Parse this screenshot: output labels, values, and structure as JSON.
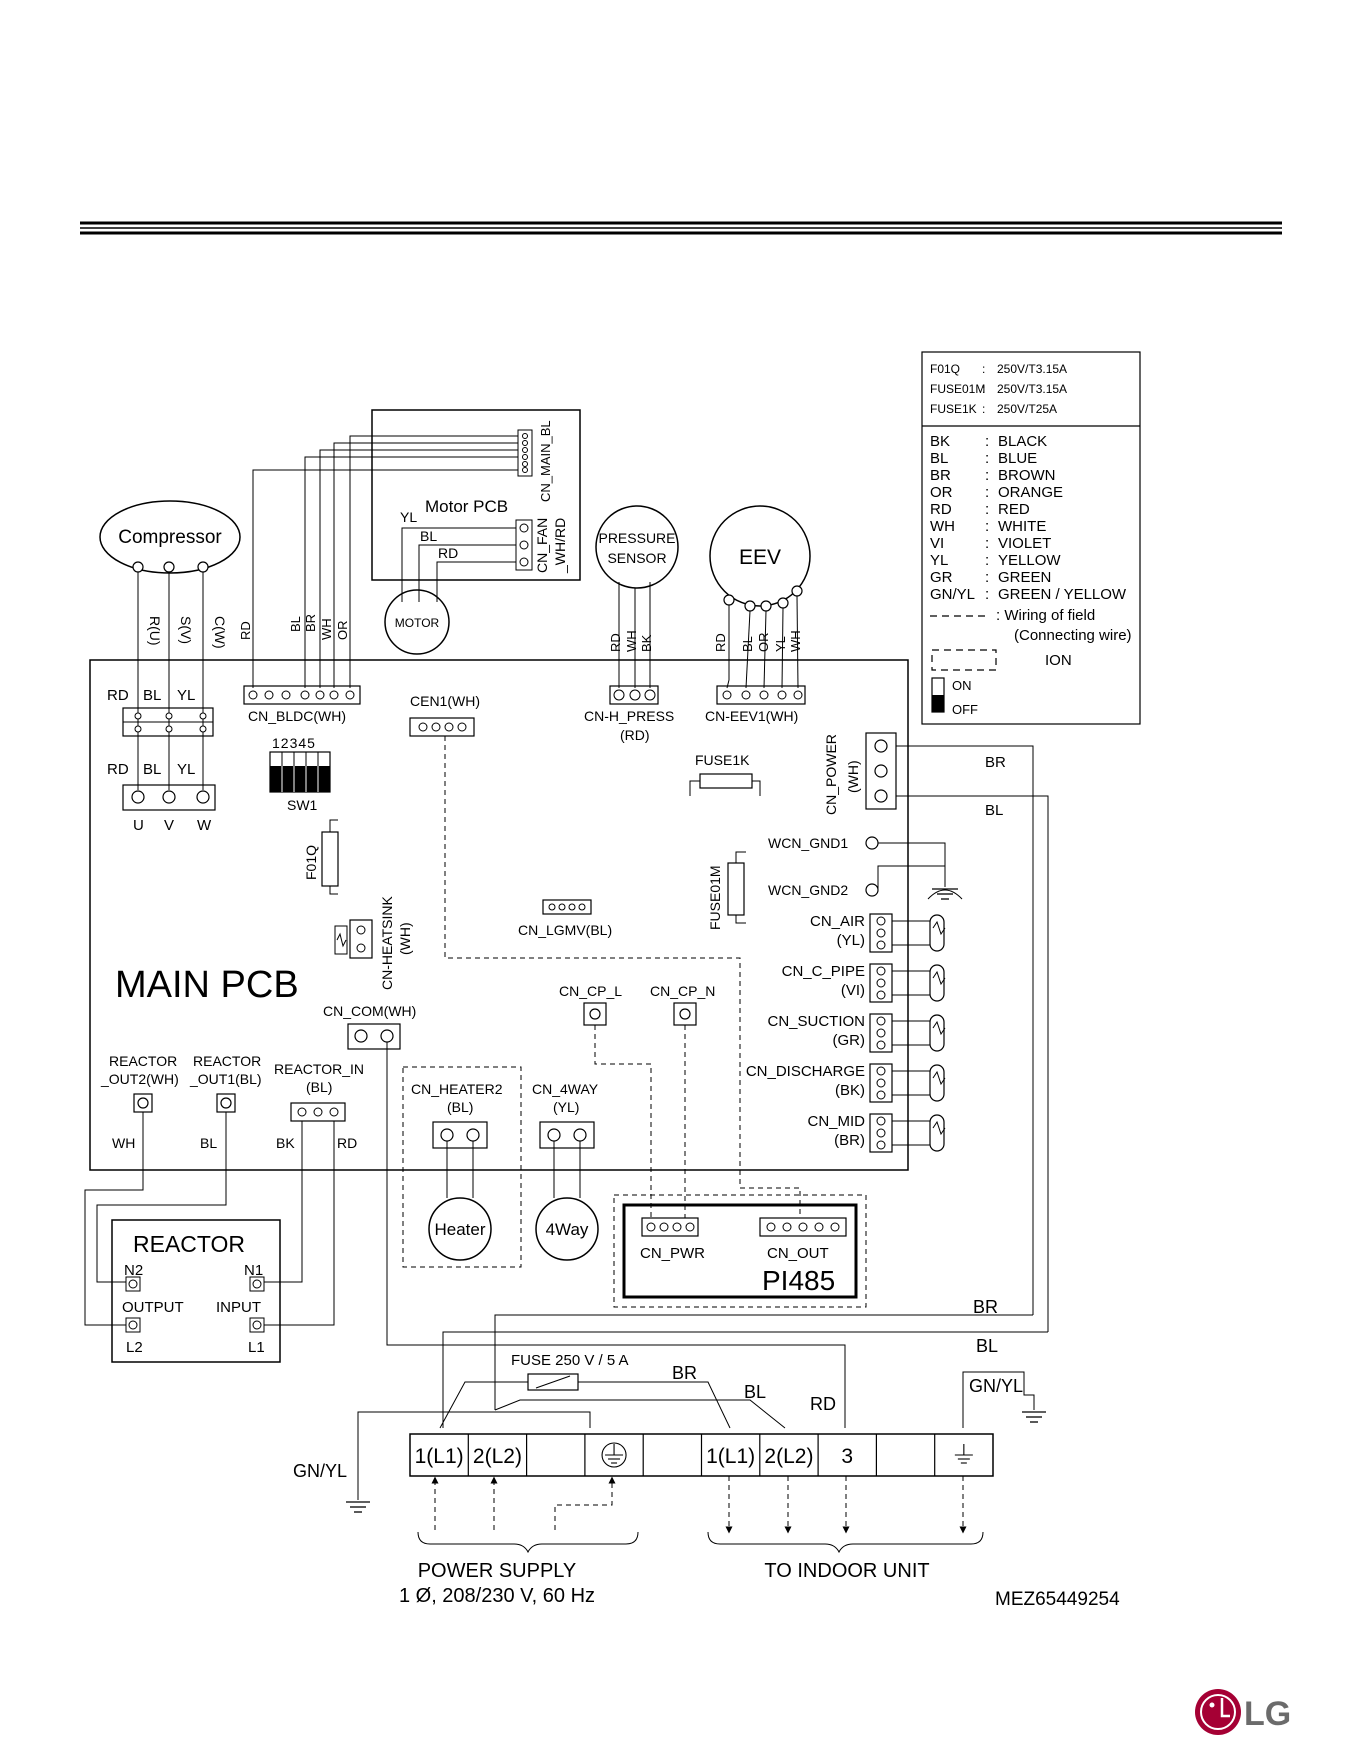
{
  "doc_code": "MEZ65449254",
  "brand": {
    "logo_text": "LG",
    "logo_color": "#a50034"
  },
  "legend": {
    "fuses": [
      {
        "code": "F01Q",
        "rating": "250V/T3.15A"
      },
      {
        "code": "FUSE01M",
        "rating": "250V/T3.15A"
      },
      {
        "code": "FUSE1K",
        "rating": "250V/T25A"
      }
    ],
    "colors": [
      {
        "code": "BK",
        "name": "BLACK"
      },
      {
        "code": "BL",
        "name": "BLUE"
      },
      {
        "code": "BR",
        "name": "BROWN"
      },
      {
        "code": "OR",
        "name": "ORANGE"
      },
      {
        "code": "RD",
        "name": "RED"
      },
      {
        "code": "WH",
        "name": "WHITE"
      },
      {
        "code": "VI",
        "name": "VIOLET"
      },
      {
        "code": "YL",
        "name": "YELLOW"
      },
      {
        "code": "GR",
        "name": "GREEN"
      },
      {
        "code": "GN/YL",
        "name": "GREEN / YELLOW"
      }
    ],
    "field_wiring_line1": ": Wiring of field",
    "field_wiring_line2": "(Connecting wire)",
    "ion_label": "ION",
    "switch_on": "ON",
    "switch_off": "OFF"
  },
  "components": {
    "compressor": "Compressor",
    "comp_terms": [
      "R(U)",
      "S(V)",
      "C(W)"
    ],
    "motor_pcb": "Motor PCB",
    "cn_main_bl": "CN_MAIN_BL",
    "cn_fan_1": "CN_FAN",
    "cn_fan_2": "_WH/RD",
    "motor": "MOTOR",
    "pressure_1": "PRESSURE",
    "pressure_2": "SENSOR",
    "eev": "EEV",
    "main_pcb": "MAIN PCB",
    "cn_bldc": "CN_BLDC(WH)",
    "cen1": "CEN1(WH)",
    "cn_h_press": "CN-H_PRESS",
    "cn_h_press_color": "(RD)",
    "cn_eev1": "CN-EEV1(WH)",
    "cn_power": "CN_POWER",
    "cn_power_color": "(WH)",
    "sw1": "SW1",
    "sw1_numbers": "12345",
    "fuse1k": "FUSE1K",
    "f01q": "F01Q",
    "fuse01m": "FUSE01M",
    "wcn_gnd1": "WCN_GND1",
    "wcn_gnd2": "WCN_GND2",
    "cn_heatsink": "CN-HEATSINK",
    "cn_heatsink_color": "(WH)",
    "cn_lgmv": "CN_LGMV(BL)",
    "cn_com": "CN_COM(WH)",
    "cn_cp_l": "CN_CP_L",
    "cn_cp_n": "CN_CP_N",
    "reactor_out2_1": "REACTOR",
    "reactor_out2_2": "_OUT2(WH)",
    "reactor_out1_1": "REACTOR",
    "reactor_out1_2": "_OUT1(BL)",
    "reactor_in_1": "REACTOR_IN",
    "reactor_in_2": "(BL)",
    "cn_heater2_1": "CN_HEATER2",
    "cn_heater2_2": "(BL)",
    "cn_4way_1": "CN_4WAY",
    "cn_4way_2": "(YL)",
    "heater": "Heater",
    "fourway": "4Way",
    "reactor": "REACTOR",
    "n2": "N2",
    "n1": "N1",
    "output": "OUTPUT",
    "input": "INPUT",
    "l2": "L2",
    "l1": "L1",
    "cn_pwr": "CN_PWR",
    "cn_out": "CN_OUT",
    "pi485": "PI485",
    "fuse_main": "FUSE 250 V / 5 A",
    "uvw": [
      "U",
      "V",
      "W"
    ]
  },
  "sensors": [
    {
      "name": "CN_AIR",
      "color": "(YL)"
    },
    {
      "name": "CN_C_PIPE",
      "color": "(VI)"
    },
    {
      "name": "CN_SUCTION",
      "color": "(GR)"
    },
    {
      "name": "CN_DISCHARGE",
      "color": "(BK)"
    },
    {
      "name": "CN_MID",
      "color": "(BR)"
    }
  ],
  "wire_labels": {
    "comp_top": [
      "RD",
      "BL",
      "YL"
    ],
    "comp_bottom": [
      "RD",
      "BL",
      "YL"
    ],
    "bldc": [
      "RD",
      "BL",
      "BR",
      "WH",
      "OR"
    ],
    "motor": [
      "YL",
      "BL",
      "RD"
    ],
    "press": [
      "RD",
      "WH",
      "BK"
    ],
    "eev": [
      "RD",
      "BL",
      "OR",
      "YL",
      "WH"
    ],
    "reactor": [
      "WH",
      "BL",
      "BK",
      "RD"
    ],
    "power_br": "BR",
    "power_bl": "BL",
    "right_br": "BR",
    "right_bl": "BL",
    "term_br": "BR",
    "term_bl": "BL",
    "term_rd": "RD",
    "gnyl_left": "GN/YL",
    "gnyl_right": "GN/YL"
  },
  "terminal": {
    "cells": [
      "1(L1)",
      "2(L2)",
      "",
      "",
      "",
      "1(L1)",
      "2(L2)",
      "3",
      "",
      ""
    ],
    "power_supply_1": "POWER SUPPLY",
    "power_supply_2": "1 Ø, 208/230 V, 60 Hz",
    "to_indoor": "TO INDOOR UNIT"
  }
}
